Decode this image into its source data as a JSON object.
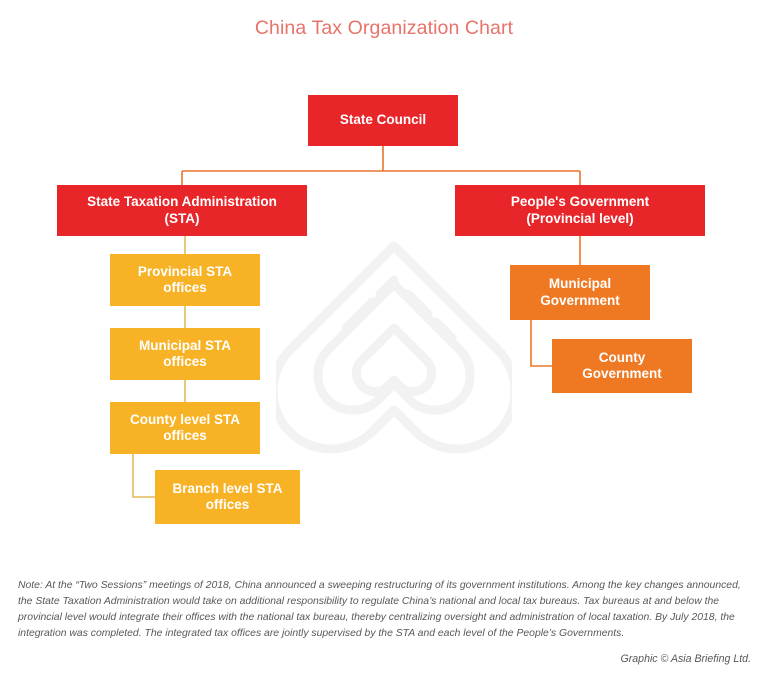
{
  "title": "China Tax Organization Chart",
  "colors": {
    "title": "#e8736a",
    "red": "#e8262a",
    "amber": "#f7b226",
    "orange": "#ef7923",
    "connector_red": "#e8732f",
    "connector_amber": "#e3ba5a",
    "connector_orange": "#ef7923",
    "footnote": "#58585a",
    "watermark": "#f2f2f2",
    "background": "#ffffff"
  },
  "chart_data": {
    "type": "diagram",
    "title": "China Tax Organization Chart",
    "nodes": [
      {
        "id": "state-council",
        "label": "State Council",
        "level": 0,
        "color": "#e8262a"
      },
      {
        "id": "sta",
        "label": "State Taxation Administration\n(STA)",
        "level": 1,
        "color": "#e8262a"
      },
      {
        "id": "peoples-gov",
        "label": "People's Government\n(Provincial level)",
        "level": 1,
        "color": "#e8262a"
      },
      {
        "id": "provincial-sta",
        "label": "Provincial STA\noffices",
        "level": 2,
        "color": "#f7b226"
      },
      {
        "id": "municipal-sta",
        "label": "Municipal STA\noffices",
        "level": 3,
        "color": "#f7b226"
      },
      {
        "id": "county-sta",
        "label": "County level STA\noffices",
        "level": 4,
        "color": "#f7b226"
      },
      {
        "id": "branch-sta",
        "label": "Branch level STA\noffices",
        "level": 5,
        "color": "#f7b226"
      },
      {
        "id": "municipal-gov",
        "label": "Municipal\nGovernment",
        "level": 2,
        "color": "#ef7923"
      },
      {
        "id": "county-gov",
        "label": "County\nGovernment",
        "level": 3,
        "color": "#ef7923"
      }
    ],
    "edges": [
      {
        "from": "state-council",
        "to": "sta"
      },
      {
        "from": "state-council",
        "to": "peoples-gov"
      },
      {
        "from": "sta",
        "to": "provincial-sta"
      },
      {
        "from": "provincial-sta",
        "to": "municipal-sta"
      },
      {
        "from": "municipal-sta",
        "to": "county-sta"
      },
      {
        "from": "county-sta",
        "to": "branch-sta"
      },
      {
        "from": "peoples-gov",
        "to": "municipal-gov"
      },
      {
        "from": "municipal-gov",
        "to": "county-gov"
      }
    ]
  },
  "nodes": {
    "state_council": "State Council",
    "sta": "State Taxation Administration\n(STA)",
    "peoples_gov": "People's Government\n(Provincial level)",
    "provincial_sta": "Provincial STA\noffices",
    "municipal_sta": "Municipal STA\noffices",
    "county_sta": "County level STA\noffices",
    "branch_sta": "Branch level STA\noffices",
    "municipal_gov": "Municipal\nGovernment",
    "county_gov": "County\nGovernment"
  },
  "footnote": "Note: At the “Two Sessions” meetings of 2018, China announced a sweeping restructuring of its government institutions. Among the key changes announced, the State Taxation Administration would take on additional responsibility to regulate China’s national and local tax bureaus. Tax bureaus at and below the provincial level would integrate their offices with the national tax bureau, thereby centralizing oversight and administration of local taxation. By July 2018, the integration was completed. The integrated tax offices are jointly supervised by the STA and each level of the People’s Governments.",
  "credit": "Graphic © Asia Briefing Ltd."
}
